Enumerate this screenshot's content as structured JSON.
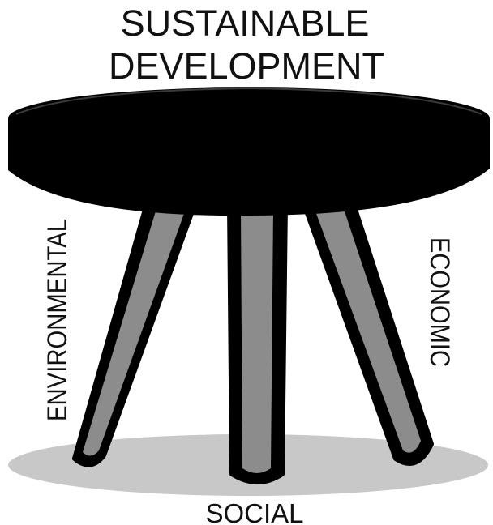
{
  "title": {
    "line1": "SUSTAINABLE",
    "line2": "DEVELOPMENT"
  },
  "legs": {
    "left": "ENVIRONMENTAL",
    "right": "ECONOMIC",
    "bottom": "SOCIAL"
  },
  "colors": {
    "seat": "#000000",
    "leg_fill": "#8c8c8c",
    "leg_outline": "#000000",
    "shadow": "#c8c8c8",
    "text": "#111111"
  }
}
